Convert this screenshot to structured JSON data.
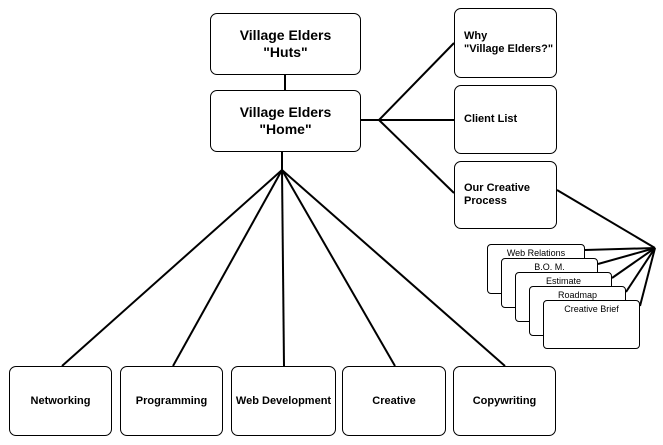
{
  "diagram": {
    "huts": "Village Elders\n\"Huts\"",
    "home": "Village Elders\n\"Home\"",
    "why": "Why\n\"Village Elders?\"",
    "client_list": "Client List",
    "creative_process": "Our Creative\nProcess",
    "process_docs": [
      "Web Relations",
      "B.O. M.",
      "Estimate",
      "Roadmap",
      "Creative Brief"
    ],
    "services": [
      "Networking",
      "Programming",
      "Web Development",
      "Creative",
      "Copywriting"
    ]
  }
}
